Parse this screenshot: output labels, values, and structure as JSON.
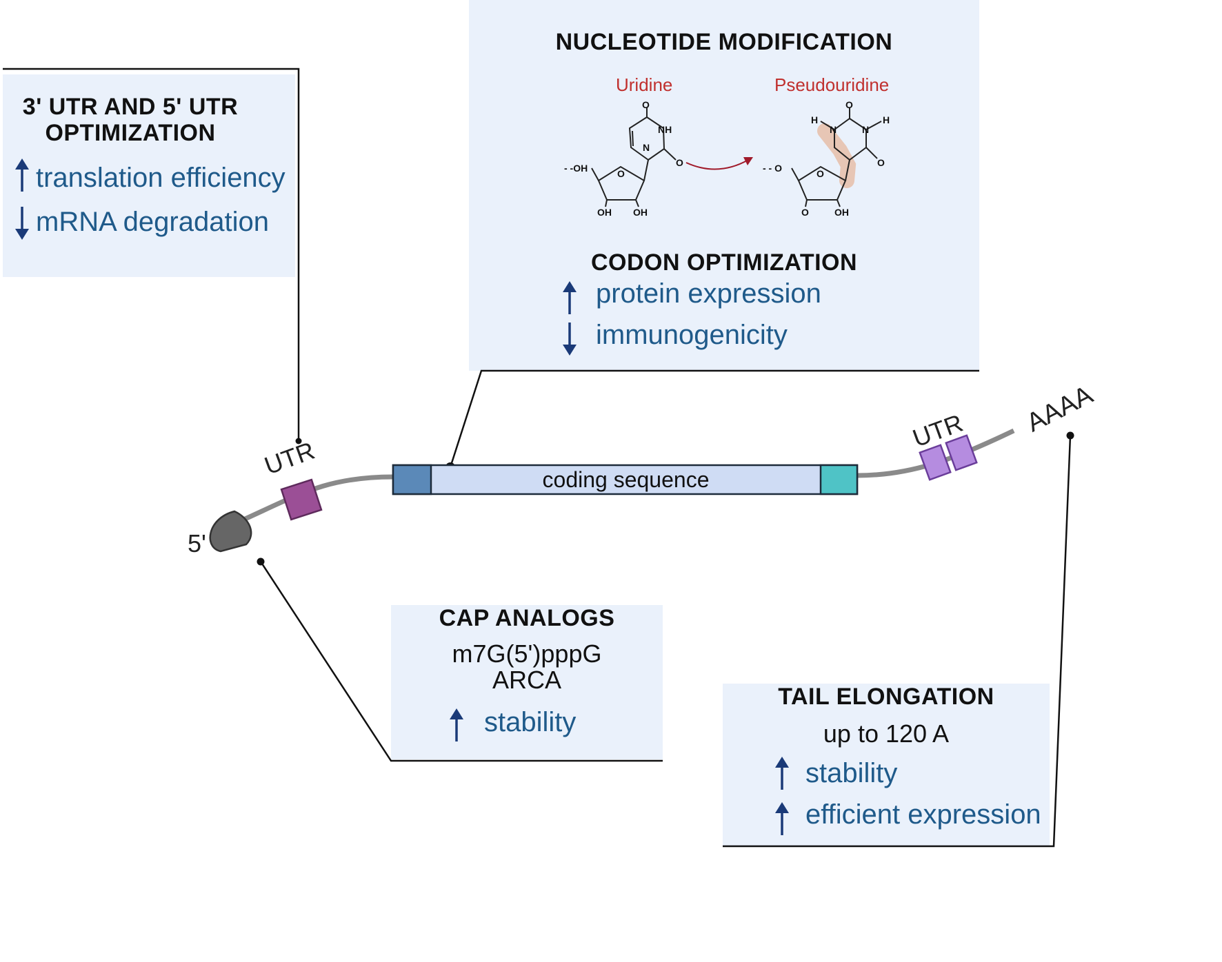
{
  "utr_box": {
    "title_line1": "3'  UTR AND 5' UTR",
    "title_line2": "OPTIMIZATION",
    "item_up": "translation efficiency",
    "item_down": "mRNA degradation"
  },
  "nucleotide_box": {
    "title": "NUCLEOTIDE  MODIFICATION",
    "left_molecule": "Uridine",
    "right_molecule": "Pseudouridine",
    "codon_title": "CODON OPTIMIZATION",
    "item_up": "protein expression",
    "item_down": "immunogenicity"
  },
  "cap_box": {
    "title": "CAP ANALOGS",
    "line1": "m7G(5')pppG",
    "line2": "ARCA",
    "item_up": "stability"
  },
  "tail_box": {
    "title": "TAIL ELONGATION",
    "line1": "up to 120 A",
    "item_up1": "stability",
    "item_up2": "efficient expression"
  },
  "mrna": {
    "five_prime": "5'",
    "utr_left": "UTR",
    "utr_right": "UTR",
    "coding": "coding sequence",
    "polya": "AAAA"
  },
  "molecule_atoms": {
    "O": "O",
    "NH": "NH",
    "N": "N",
    "OH": "OH",
    "H": "H",
    "dash_OH": "- -OH",
    "dash_O": "- - O"
  },
  "colors": {
    "box_bg": "#eaf1fb",
    "arrow": "#1a3a78",
    "text_blue": "#1f5a8a",
    "utr_purple_dark": "#9b4f96",
    "utr_purple_light": "#b58ce0",
    "coding_fill": "#cfdcf4",
    "start_block": "#5b89b8",
    "stop_block": "#4fc3c6",
    "red_label": "#c0302e"
  }
}
